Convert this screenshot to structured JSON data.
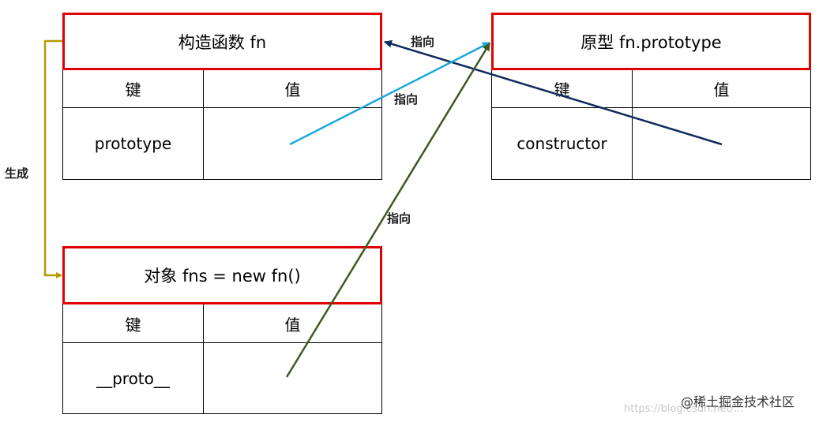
{
  "constructor_block": {
    "title": "构造函数  fn",
    "header_key": "键",
    "header_value": "值",
    "row_key": "prototype",
    "row_value": ""
  },
  "prototype_block": {
    "title": "原型 fn.prototype",
    "header_key": "键",
    "header_value": "值",
    "row_key": "constructor",
    "row_value": ""
  },
  "object_block": {
    "title": "对象 fns = new fn()",
    "header_key": "键",
    "header_value": "值",
    "row_key": "__proto__",
    "row_value": ""
  },
  "labels": {
    "generate": "生成",
    "points_to_1": "指向",
    "points_to_2": "指向",
    "points_to_3": "指向"
  },
  "colors": {
    "title_border": "#e00000",
    "generate_arrow": "#b59a00",
    "constructor_arrow": "#0f2a5c",
    "prototype_arrow": "#1aa7d8",
    "proto_arrow": "#3d5a1e"
  },
  "watermark": {
    "brand": "@稀土掘金技术社区",
    "url": "https://blog.csdn.net/..."
  }
}
